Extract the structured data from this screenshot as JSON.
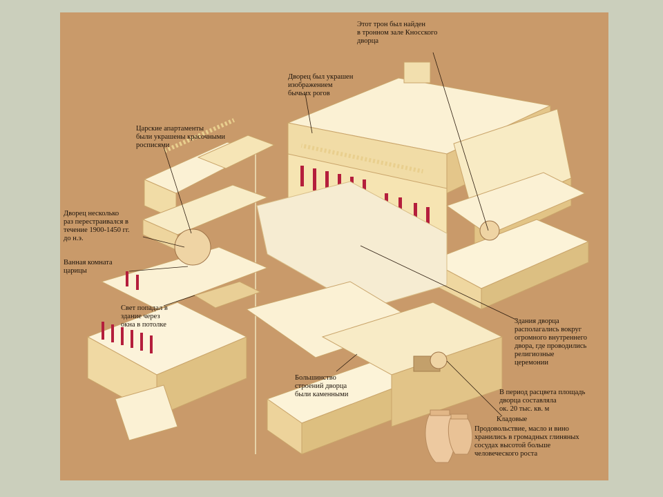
{
  "colors": {
    "frame": "#cbcfbc",
    "background": "#c99a6a",
    "stone_light": "#fbf1d4",
    "stone_mid": "#f1dca6",
    "stone_shadow": "#dcbf82",
    "pillar_red": "#b41e3c",
    "courtyard": "#f6ecd2"
  },
  "labels": {
    "throne": [
      "Этот трон был найден",
      "в тронном зале Кносского",
      "дворца"
    ],
    "horns": [
      "Дворец был украшен",
      "изображением",
      "бычьих рогов"
    ],
    "apartments": [
      "Царские апартаменты",
      "были украшены красочными",
      "росписями"
    ],
    "rebuilt": [
      "Дворец несколько",
      "раз перестраивался в",
      "течение 1900-1450 гг.",
      "до н.э."
    ],
    "bathroom": [
      "Ванная комната",
      "царицы"
    ],
    "light": [
      "Свет попадал в",
      "здание через",
      "окна в потолке"
    ],
    "courtyard_buildings": [
      "Здания дворца",
      "располагались вокруг",
      "огромного внутреннего",
      "двора, где проводились",
      "религиозные",
      "церемонии"
    ],
    "stone": [
      "Большинство",
      "строений дворца",
      "были каменными"
    ],
    "area": [
      "В период расцвета площадь",
      "дворца составляла",
      "ок. 20 тыс. кв. м"
    ],
    "storerooms": [
      "Кладовые"
    ],
    "food": [
      "Продовольствие, масло и вино",
      "хранились в громадных глиняных",
      "сосудах высотой больше",
      "человеческого роста"
    ]
  }
}
